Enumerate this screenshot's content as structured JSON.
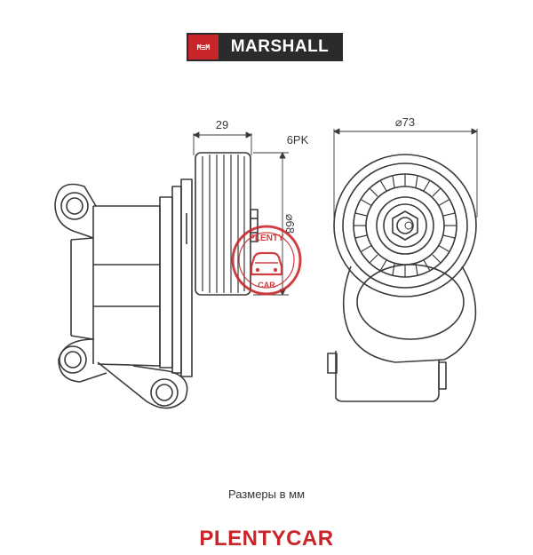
{
  "brand": {
    "name": "MARSHALL",
    "mark": "M≡M"
  },
  "dimensions": {
    "width": "29",
    "belt": "6PK",
    "pulley_diameter": "⌀68",
    "outer_diameter": "⌀73"
  },
  "caption": "Размеры в мм",
  "watermark": {
    "top": "PLENTY",
    "bottom": "CAR"
  },
  "footer": "PLENTYCAR",
  "colors": {
    "line": "#3a3a3a",
    "accent": "#c8252a"
  }
}
